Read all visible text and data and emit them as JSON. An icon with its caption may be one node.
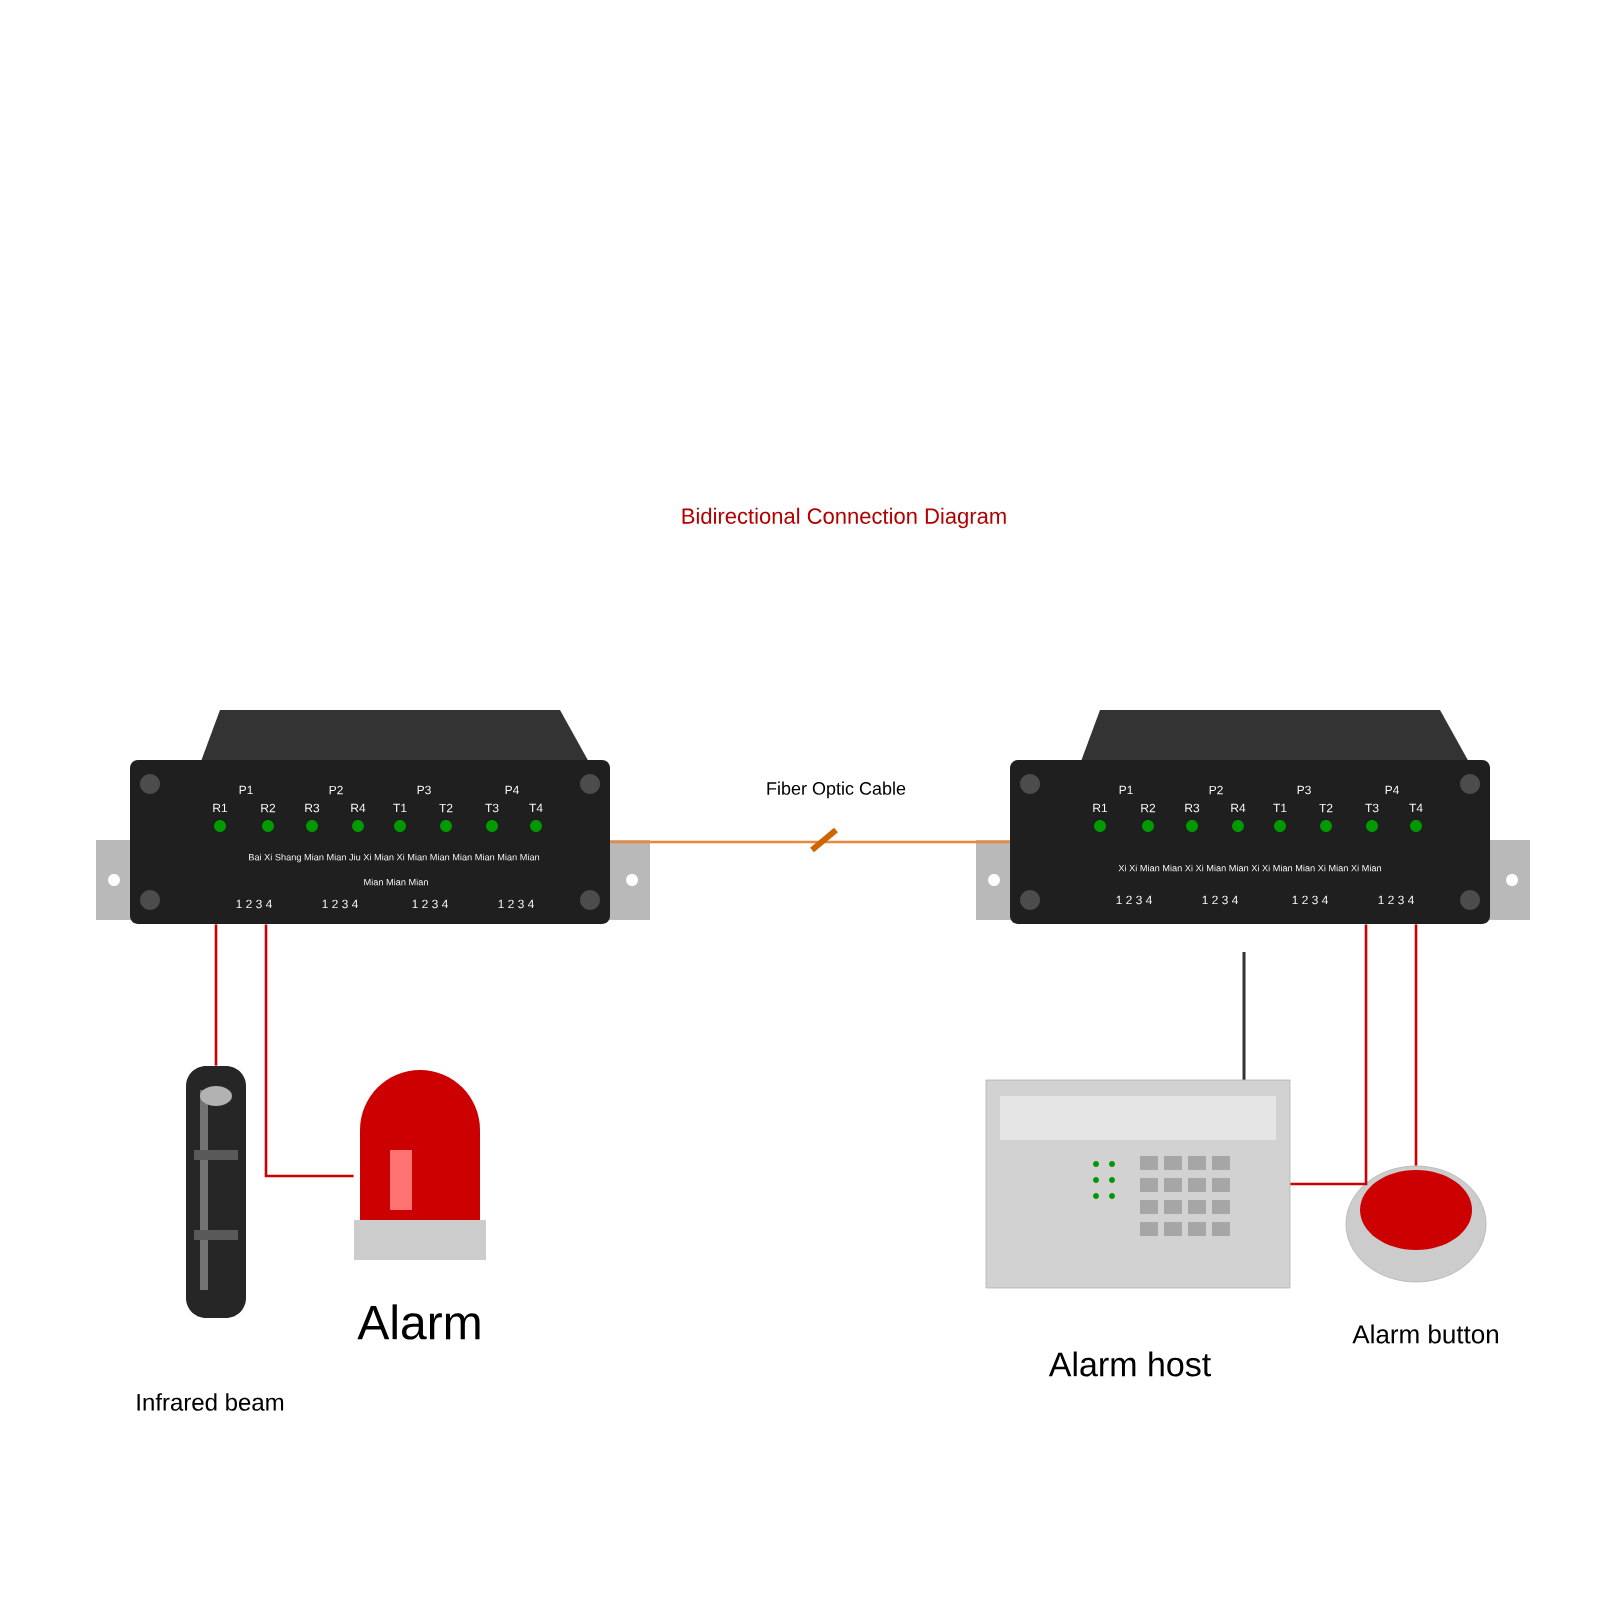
{
  "diagram": {
    "title": "Bidirectional Connection Diagram",
    "nodes": [
      {
        "text": [],
        "shape": "picture"
      },
      {
        "text": [],
        "shape": "picture"
      },
      {
        "text": [],
        "shape": "picture",
        "beside": [
          "Infrared beam"
        ]
      },
      {
        "text": [],
        "shape": "picture",
        "beside": [
          "Alarm"
        ]
      },
      {
        "text": [],
        "shape": "picture",
        "beside": [
          "Alarm host"
        ]
      },
      {
        "text": [],
        "shape": "picture",
        "beside": [
          "Alarm button"
        ]
      }
    ],
    "edges": [
      {
        "from": 0,
        "to": 1,
        "arrow": "none",
        "label": "Fiber Optic Cable",
        "color": "#e8883a"
      },
      {
        "from": 0,
        "to": 2,
        "arrow": "none"
      },
      {
        "from": 0,
        "to": 3,
        "arrow": "none"
      },
      {
        "from": 1,
        "to": 4,
        "arrow": "none"
      },
      {
        "from": 1,
        "to": 5,
        "arrow": "none"
      }
    ],
    "labels": [
      "P1",
      "P2",
      "P3",
      "P4",
      "R1",
      "R2",
      "R3",
      "R4",
      "T1",
      "T2",
      "T3",
      "T4",
      "Bai Xi Shang Mian Mian Jiu Xi Mian Xi Mian Mian Mian Mian Mian Mian",
      "Mian Mian Mian",
      "1 2 3 4",
      "1 2 3 4",
      "1 2 3 4",
      "1 2 3 4",
      "P1",
      "P2",
      "P3",
      "P4",
      "R1",
      "R2",
      "R3",
      "R4",
      "T1",
      "T2",
      "T3",
      "T4",
      "Xi Xi Mian Mian Xi Xi Mian Mian Xi Xi Mian Mian Xi Mian Xi Mian",
      "1 2 3 4",
      "1 2 3 4",
      "1 2 3 4",
      "1 2 3 4"
    ]
  }
}
